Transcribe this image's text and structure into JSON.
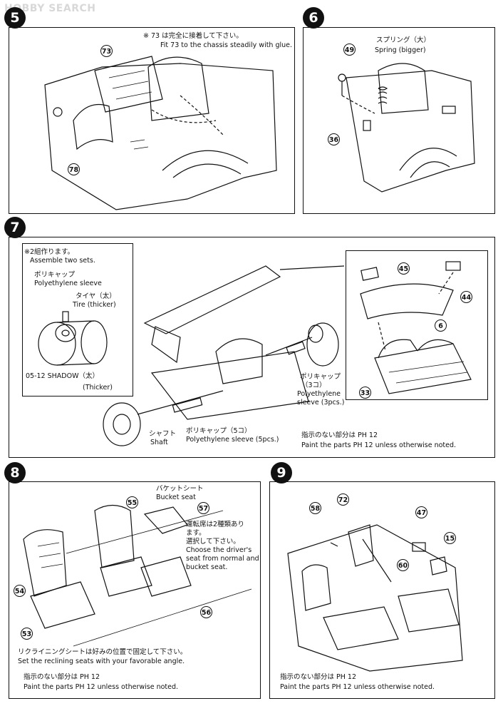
{
  "watermark": {
    "brand": "HOBBY",
    "service": "SEARCH"
  },
  "steps": {
    "s5": {
      "number": "5",
      "note_jp": "※ 73 は完全に接着して下さい。",
      "note_en": "Fit 73 to the chassis steadily with glue.",
      "parts": [
        "73",
        "78"
      ]
    },
    "s6": {
      "number": "6",
      "label_jp": "スプリング（大）",
      "label_en": "Spring (bigger)",
      "parts": [
        "49",
        "36"
      ]
    },
    "s7": {
      "number": "7",
      "inset": {
        "note_jp": "※2組作ります。",
        "note_en": "Assemble two sets.",
        "cap_jp": "ポリキャップ",
        "cap_en": "Polyethylene sleeve",
        "tire_jp": "タイヤ（太）",
        "tire_en": "Tire (thicker)",
        "wheel_jp": "05-12 SHADOW（太）",
        "wheel_en": "(Thicker)"
      },
      "cap3_jp": "ポリキャップ",
      "cap3_count": "（3コ）",
      "cap3_en1": "Polyethylene",
      "cap3_en2": "sleeve (3pcs.)",
      "shaft_jp": "シャフト",
      "shaft_en": "Shaft",
      "cap5_jp": "ポリキャップ（5コ）",
      "cap5_en": "Polyethylene sleeve (5pcs.)",
      "paint_jp": "指示のない部分は PH 12",
      "paint_en": "Paint the parts PH 12 unless otherwise noted.",
      "parts": [
        "45",
        "44",
        "6",
        "33"
      ]
    },
    "s8": {
      "number": "8",
      "bucket_jp": "バケットシート",
      "bucket_en": "Bucket seat",
      "choose_jp1": "運転席は2種類あり",
      "choose_jp2": "ます。",
      "choose_jp3": "選択して下さい。",
      "choose_en1": "Choose the driver's",
      "choose_en2": "seat from normal and",
      "choose_en3": "bucket seat.",
      "recline_jp": "リクライニングシートは好みの位置で固定して下さい。",
      "recline_en": "Set the reclining seats with your favorable angle.",
      "paint_jp": "指示のない部分は PH 12",
      "paint_en": "Paint the parts PH 12 unless otherwise noted.",
      "parts": [
        "55",
        "57",
        "54",
        "56",
        "53"
      ]
    },
    "s9": {
      "number": "9",
      "paint_jp": "指示のない部分は PH 12",
      "paint_en": "Paint the parts PH 12 unless otherwise noted.",
      "parts": [
        "58",
        "72",
        "47",
        "15",
        "60"
      ]
    }
  }
}
